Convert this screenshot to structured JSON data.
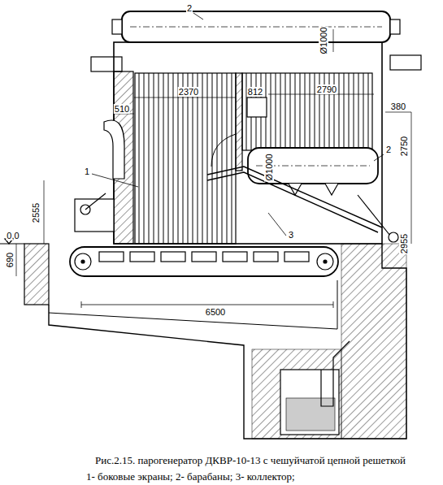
{
  "diagram": {
    "caption": "Рис.2.15. парогенератор ДКВР-10-13 с чешуйчатой цепной решеткой",
    "labels": [
      "2",
      "Ø1000",
      "2370",
      "812",
      "2790",
      "380",
      "510",
      "2750",
      "1",
      "2",
      "Ø1000",
      "3",
      "2555",
      "2955",
      "0,0",
      "690",
      "6500",
      "1- боковые экраны; 2- барабаны; 3- коллектор;"
    ]
  }
}
